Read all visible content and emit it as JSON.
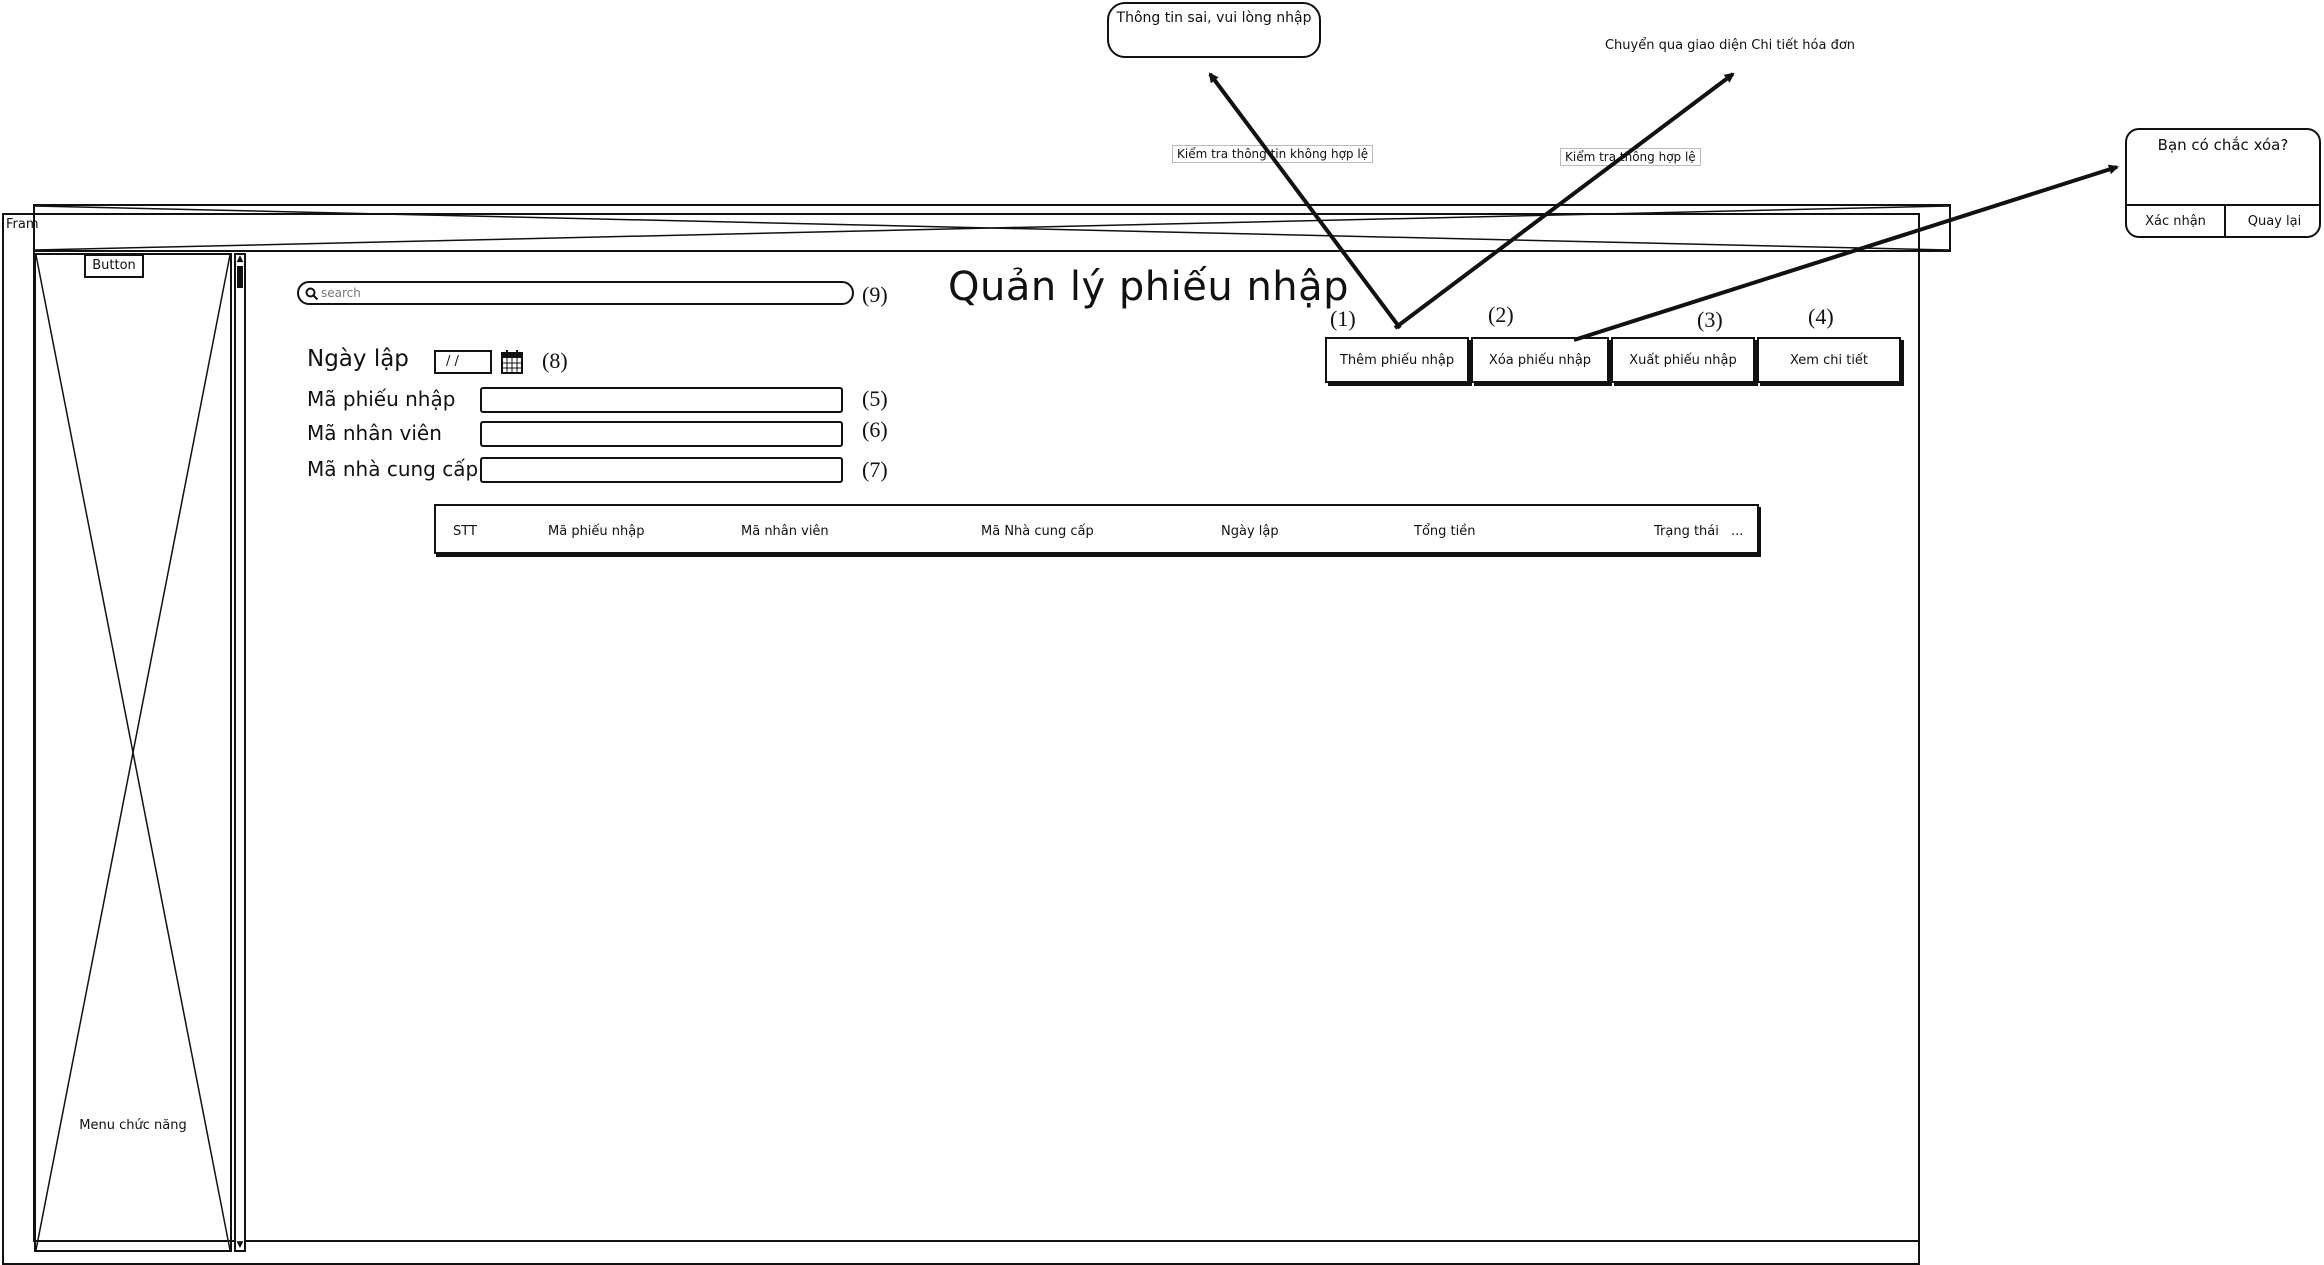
{
  "callouts": {
    "invalid_info": "Thông tin sai, vui lòng nhập",
    "navigate_detail": "Chuyển qua giao diện Chi tiết hóa đơn",
    "check_invalid": "Kiểm tra thông tin không hợp lệ",
    "check_valid": "Kiểm tra thông hợp lệ"
  },
  "confirm_dialog": {
    "title": "Bạn có chắc xóa?",
    "confirm": "Xác nhận",
    "cancel": "Quay lại"
  },
  "frame": {
    "tab_label": "Fram",
    "sidebar_button": "Button",
    "sidebar_menu_label": "Menu chức năng"
  },
  "page": {
    "title": "Quản lý phiếu nhập",
    "search_placeholder": "search",
    "search_marker": "(9)"
  },
  "form": {
    "date": {
      "label": "Ngày lập",
      "value": "/ /",
      "marker": "(8)"
    },
    "receipt_id": {
      "label": "Mã phiếu nhập",
      "value": "",
      "marker": "(5)"
    },
    "employee_id": {
      "label": "Mã nhân viên",
      "value": "",
      "marker": "(6)"
    },
    "supplier_id": {
      "label": "Mã nhà cung cấp",
      "value": "",
      "marker": "(7)"
    }
  },
  "actions": [
    {
      "label": "Thêm phiếu nhập",
      "marker": "(1)"
    },
    {
      "label": "Xóa phiếu nhập",
      "marker": "(2)"
    },
    {
      "label": "Xuất phiếu nhập",
      "marker": "(3)"
    },
    {
      "label": "Xem chi tiết",
      "marker": "(4)"
    }
  ],
  "table": {
    "columns": [
      "STT",
      "Mã phiếu nhập",
      "Mã nhân viên",
      "Mã Nhà cung cấp",
      "Ngày lập",
      "Tổng tiền",
      "Trạng thái",
      "..."
    ]
  },
  "icons": {
    "search": "search-icon",
    "calendar": "calendar-icon",
    "scroll_up": "scroll-up-icon",
    "scroll_down": "scroll-down-icon"
  }
}
